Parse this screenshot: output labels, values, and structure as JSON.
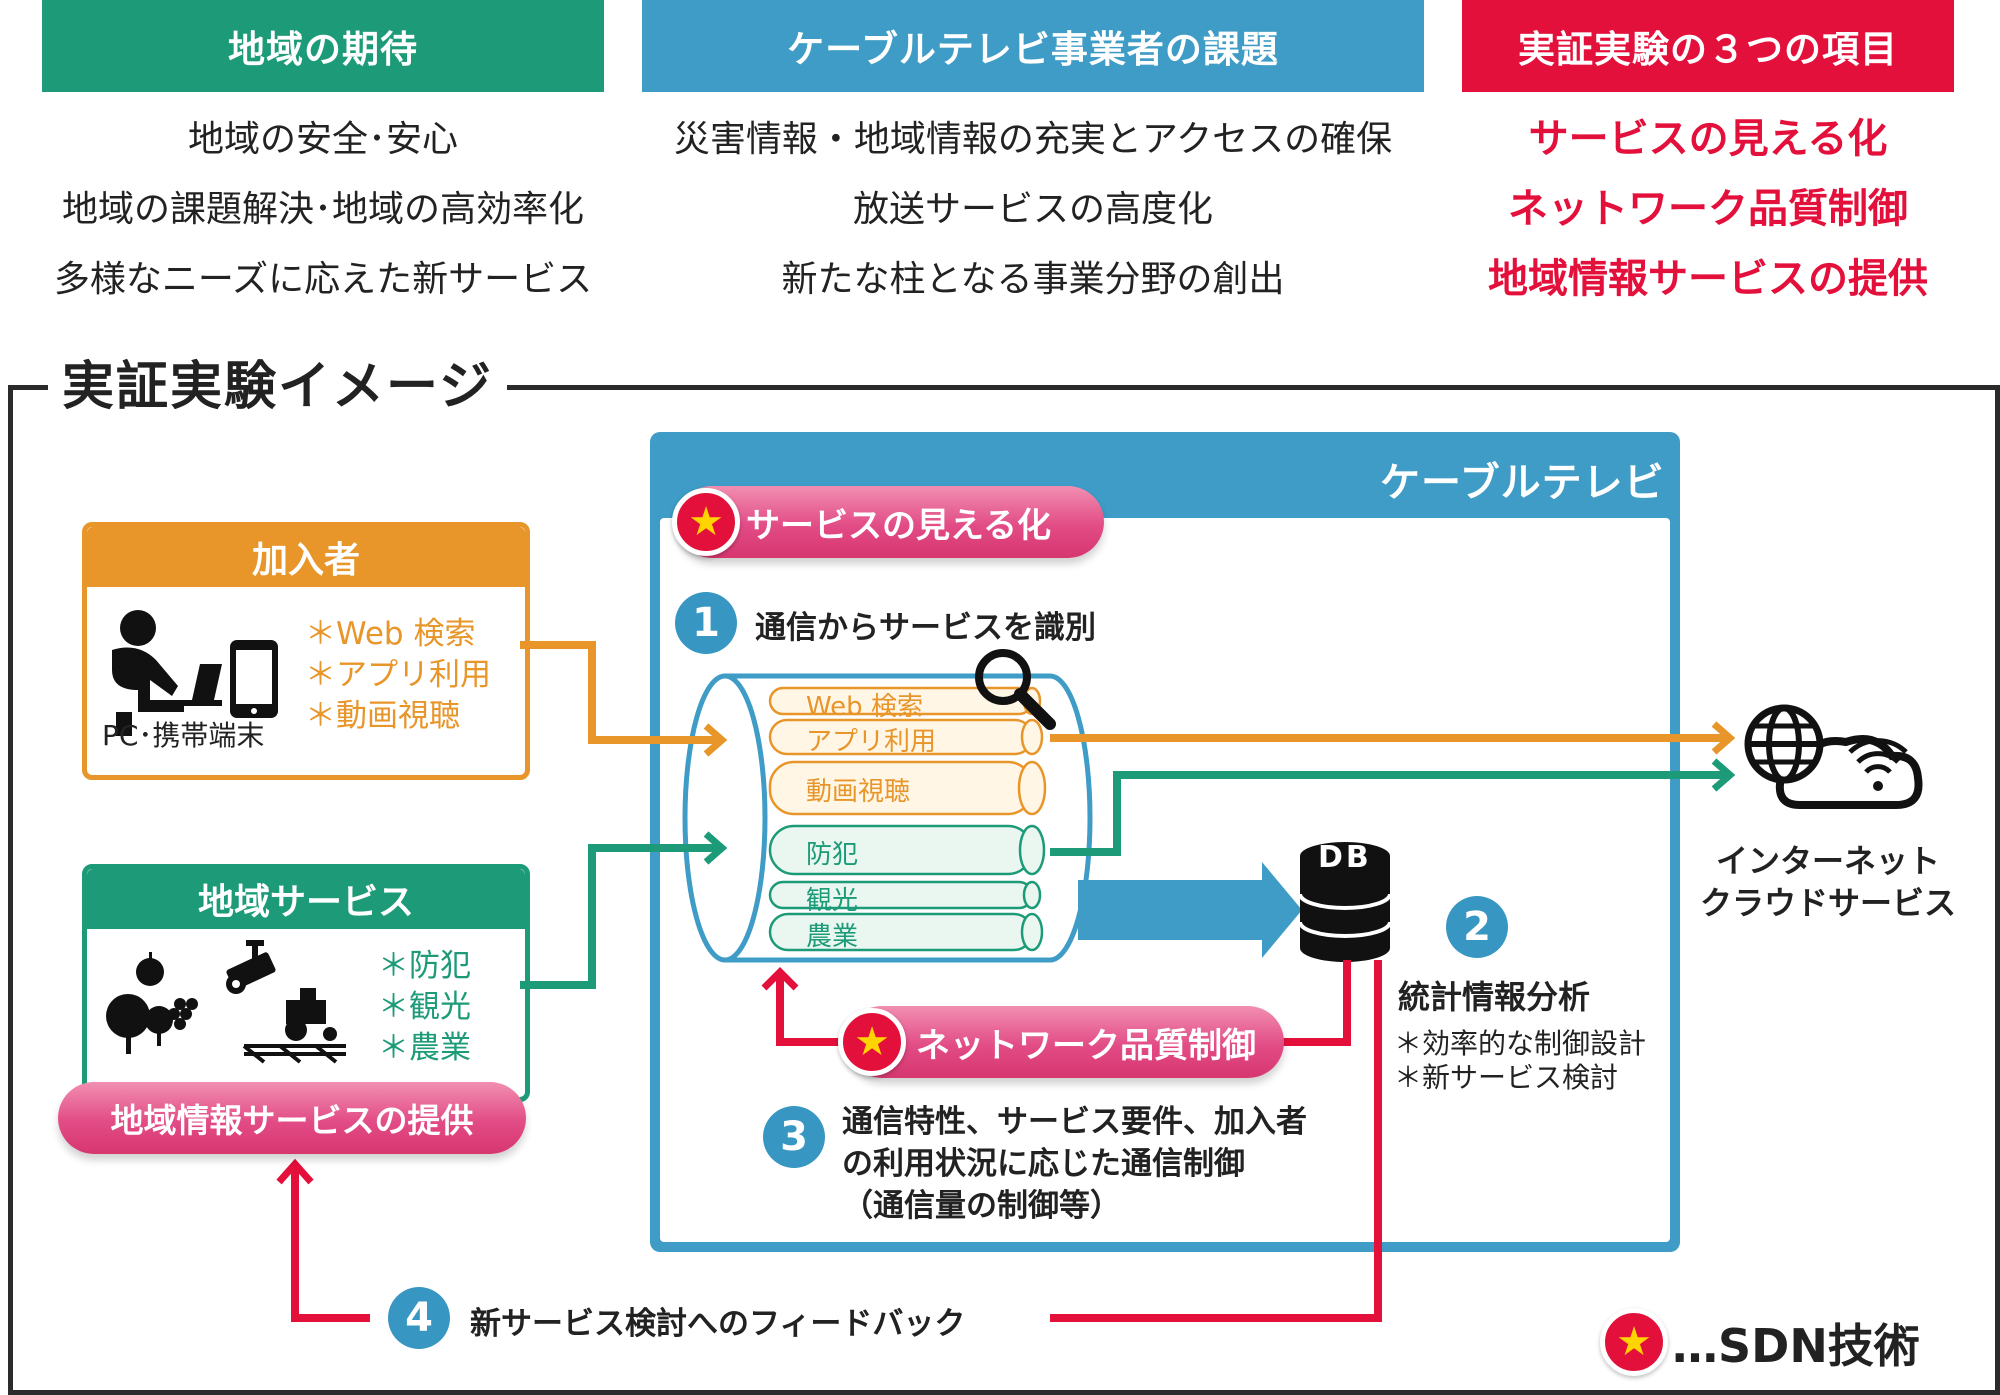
{
  "columns": [
    {
      "title": "地域の期待",
      "color": "#1d9b78",
      "items": [
        "地域の安全･安心",
        "地域の課題解決･地域の高効率化",
        "多様なニーズに応えた新サービス"
      ]
    },
    {
      "title": "ケーブルテレビ事業者の課題",
      "color": "#3e9cc6",
      "items": [
        "災害情報・地域情報の充実とアクセスの確保",
        "放送サービスの高度化",
        "新たな柱となる事業分野の創出"
      ]
    },
    {
      "title": "実証実験の３つの項目",
      "color": "#e4103c",
      "items": [
        "サービスの見える化",
        "ネットワーク品質制御",
        "地域情報サービスの提供"
      ]
    }
  ],
  "diagram": {
    "title": "実証実験イメージ",
    "catv_label": "ケーブルテレビ",
    "subscriber": {
      "title": "加入者",
      "device_label": "PC･携帯端末",
      "uses": [
        "＊Web 検索",
        "＊アプリ利用",
        "＊動画視聴"
      ]
    },
    "regional": {
      "title": "地域サービス",
      "services": [
        "＊防犯",
        "＊観光",
        "＊農業"
      ]
    },
    "regional_pill": "地域情報サービスの提供",
    "visualization_pill": "サービスの見える化",
    "qos_pill": "ネットワーク品質制御",
    "star_glyph": "★",
    "step1": {
      "num": "1",
      "text": "通信からサービスを識別"
    },
    "step2": {
      "num": "2",
      "title": "統計情報分析",
      "items": [
        "＊効率的な制御設計",
        "＊新サービス検討"
      ]
    },
    "step3": {
      "num": "3",
      "lines": [
        "通信特性、サービス要件、加入者",
        "の利用状況に応じた通信制御",
        "（通信量の制御等）"
      ]
    },
    "step4": {
      "num": "4",
      "text": "新サービス検討へのフィードバック"
    },
    "db_label": "DB",
    "lanes": [
      "Web 検索",
      "アプリ利用",
      "動画視聴",
      "防犯",
      "観光",
      "農業"
    ],
    "internet_lines": [
      "インターネット",
      "クラウドサービス"
    ],
    "legend": "…SDN技術",
    "colors": {
      "orange": "#e8952a",
      "green": "#1d9b78",
      "blue": "#3e9cc6",
      "red": "#e4103c",
      "pink": "#e24c86"
    }
  }
}
